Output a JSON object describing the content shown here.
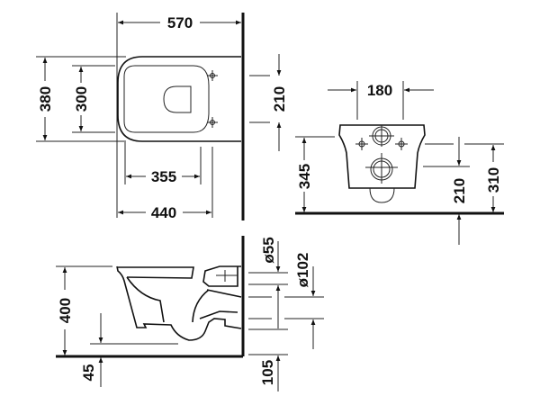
{
  "top_view": {
    "overall_length": "570",
    "overall_width": "380",
    "inner_width": "300",
    "seat_depth": "355",
    "bowl_depth": "440",
    "fixing_spacing": "210"
  },
  "rear_view": {
    "fixing_width": "180",
    "fixing_height": "345",
    "inlet_height": "210",
    "outlet_height": "310"
  },
  "side_view": {
    "rim_height": "400",
    "outlet_offset": "45",
    "inlet_diameter": "ø55",
    "outlet_diameter": "ø102",
    "outlet_center_height": "105"
  }
}
